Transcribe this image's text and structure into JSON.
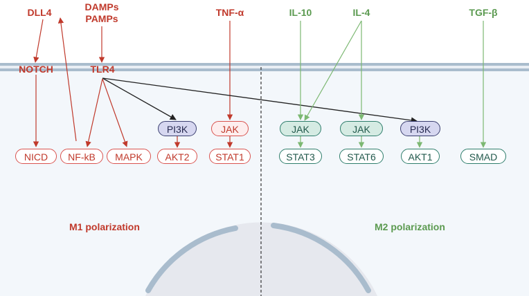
{
  "m1": {
    "ligands": {
      "dll4": "DLL4",
      "damps": "DAMPs",
      "pamps": "PAMPs",
      "tnf": "TNF-α"
    },
    "receptors": {
      "notch": "NOTCH",
      "tlr4": "TLR4"
    },
    "nodes": {
      "nicd": "NICD",
      "nfkb": "NF-kB",
      "mapk": "MAPK",
      "pi3k": "PI3K",
      "akt2": "AKT2",
      "jak": "JAK",
      "stat1": "STAT1"
    },
    "title": "M1 polarization"
  },
  "m2": {
    "ligands": {
      "il10": "IL-10",
      "il4": "IL-4",
      "tgfb": "TGF-β"
    },
    "nodes": {
      "jak_a": "JAK",
      "stat3": "STAT3",
      "jak_b": "JAK",
      "stat6": "STAT6",
      "pi3k": "PI3K",
      "akt1": "AKT1",
      "smad": "SMAD"
    },
    "title": "M2 polarization"
  },
  "colors": {
    "m1": "#c0392b",
    "m2": "#5b9a50",
    "membrane": "#a9bccd",
    "cytoplasm": "#f3f7fb",
    "nucleus": "#e6e8ee"
  }
}
